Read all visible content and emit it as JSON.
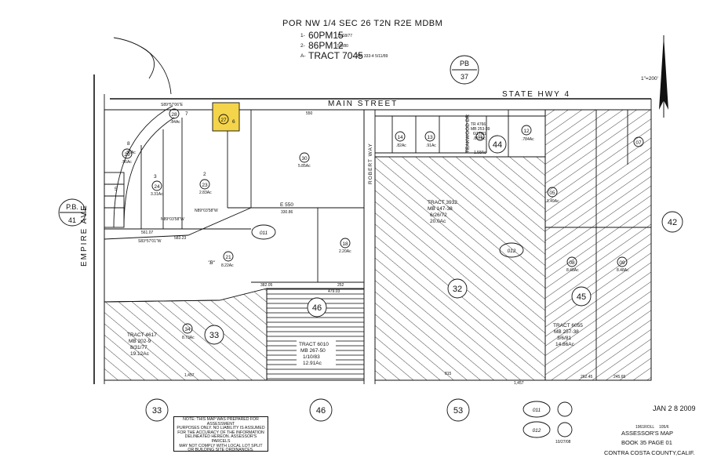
{
  "header": {
    "title": "POR NW 1/4 SEC 26 T2N R2E MDBM",
    "refs": [
      {
        "num": "1-",
        "code": "60PM15",
        "date": "11/18/77"
      },
      {
        "num": "2-",
        "code": "86PM12",
        "date": "5/9/80"
      },
      {
        "num": "A-",
        "code": "TRACT 7045",
        "date": "MB 333-4   5/11/89"
      }
    ],
    "pb_top": {
      "label": "PB",
      "value": "37"
    },
    "scale": "1\"=200'"
  },
  "roads": {
    "main_street": "MAIN     STREET",
    "state_hwy": "STATE   HWY   4",
    "empire_ave": "EMPIRE          AVE",
    "robert_way": "ROBERT WAY",
    "teakwood_dr": "TEAKWOOD DR",
    "e_550": "E 550"
  },
  "pb_left": {
    "label": "P.B.",
    "value": "41"
  },
  "neighbor_pages": {
    "right": "42",
    "bottom": [
      "33",
      "46",
      "53"
    ]
  },
  "blocks": {
    "b011": "011",
    "b012": "012",
    "b46": "46",
    "b32": "32",
    "b45": "45",
    "b33": "33",
    "b44": "44",
    "b_label_b": "\"B\""
  },
  "parcels": [
    {
      "num": "27",
      "acres": "6"
    },
    {
      "num": "28",
      "acres": ".84Ac"
    },
    {
      "num": "29",
      "acres": ".56Ac"
    },
    {
      "num": "24",
      "acres": "3.31Ac"
    },
    {
      "num": "23",
      "acres": "2.83Ac"
    },
    {
      "num": "30",
      "acres": "5.85Ac"
    },
    {
      "num": "21",
      "acres": "8.22Ac"
    },
    {
      "num": "18",
      "acres": "2.20Ac"
    },
    {
      "num": "14",
      "acres": ".82Ac"
    },
    {
      "num": "13",
      "acres": ".91Ac"
    },
    {
      "num": "12",
      "acres": ".784Ac"
    },
    {
      "num": "11",
      "acres": "1.58Ac"
    },
    {
      "num": "05",
      "acres": "1.49Ac"
    },
    {
      "num": "07",
      "acres": ""
    },
    {
      "num": "08",
      "acres": "8.48Ac"
    },
    {
      "num": "09",
      "acres": "8.48Ac"
    },
    {
      "num": "34",
      "acres": "8.73Ac"
    },
    {
      "num": "8",
      "acres": ".56Ac"
    },
    {
      "num": "5",
      "acres": ""
    },
    {
      "num": "3",
      "acres": ""
    },
    {
      "num": "2",
      "acres": ""
    },
    {
      "num": "7",
      "acres": ""
    }
  ],
  "tracts": [
    {
      "name": "TRACT 3932",
      "mb": "MB 147-38",
      "date": "6/26/72",
      "acres": "20.0Ac"
    },
    {
      "name": "TRACT 4617",
      "mb": "MB 202-9",
      "date": "8/31/77",
      "acres": "19.12Ac"
    },
    {
      "name": "TRACT 6010",
      "mb": "MB 267-50",
      "date": "1/10/83",
      "acres": "12.91Ac"
    },
    {
      "name": "TRACT 6055",
      "mb": "MB 257-38",
      "date": "3/6/81",
      "acres": "14.86Ac"
    },
    {
      "name": "TR 4766",
      "mb": "MB 253-39",
      "date": "6/17/81",
      "acres": ".867Ac"
    }
  ],
  "dimensions": {
    "main_top": "550",
    "s89_1": "S89°57'06\"E",
    "n89_1": "N89°03'58\"W",
    "s83": "S83°57'01\"W",
    "n89_2": "N89°03'58\"W",
    "d_330": "330.86",
    "d_583": "583.23",
    "d_561": "561.07",
    "d_382": "382.05",
    "d_479": "479.03",
    "d_252": "252",
    "d_1457a": "1,457",
    "d_1457b": "1,457",
    "d_262": "262.45",
    "d_245": "245.65",
    "d_815": "815"
  },
  "note": [
    "NOTE: THIS MAP WAS PREPARED FOR ASSESSMENT",
    "PURPOSES ONLY. NO LIABILITY IS ASSUMED",
    "FOR THE ACCURACY OF THE INFORMATION",
    "DELINEATED HEREON. ASSESSOR'S PARCELS",
    "MAY NOT COMPLY WITH LOCAL LOT SPLIT",
    "OR BUILDING SITE ORDINANCES."
  ],
  "legend_circles": [
    "011",
    "012"
  ],
  "legend_date": "10/27/08",
  "stamp_date": "JAN 2 8 2009",
  "footer": {
    "roll": "1961ROLL",
    "roll_code": "105/6",
    "title": "ASSESSOR'S MAP",
    "book": "BOOK 35   PAGE 01",
    "county": "CONTRA COSTA COUNTY,CALIF."
  },
  "colors": {
    "highlight": "#f4d44a",
    "ink": "#111111",
    "paper": "#ffffff"
  }
}
